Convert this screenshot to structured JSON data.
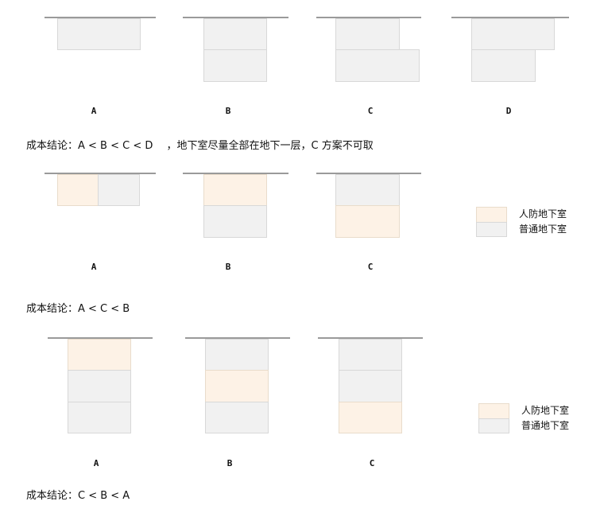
{
  "colors": {
    "civil_defense_basement": "#fdf2e6",
    "ordinary_basement": "#f1f1f1",
    "ground_line": "#9a9a9a"
  },
  "sections": [
    {
      "id": "section1",
      "schemes": [
        {
          "label": "A",
          "layout": "single-level wide"
        },
        {
          "label": "B",
          "layout": "two levels, equal width"
        },
        {
          "label": "C",
          "layout": "two levels, lower wider"
        },
        {
          "label": "D",
          "layout": "two levels, upper wider"
        }
      ],
      "conclusion": "成本结论：A < B < C < D　 ，地下室尽量全部在地下一层，C 方案不可取"
    },
    {
      "id": "section2",
      "schemes": [
        {
          "label": "A",
          "layout": "one level: civil defense + ordinary side by side"
        },
        {
          "label": "B",
          "layout": "civil defense B1, ordinary B2"
        },
        {
          "label": "C",
          "layout": "ordinary B1, civil defense B2"
        }
      ],
      "legend": [
        {
          "label": "人防地下室",
          "color": "#fdf2e6"
        },
        {
          "label": "普通地下室",
          "color": "#f1f1f1"
        }
      ],
      "conclusion": "成本结论：A < C < B"
    },
    {
      "id": "section3",
      "schemes": [
        {
          "label": "A",
          "layout": "civil defense B1, ordinary B2, B3"
        },
        {
          "label": "B",
          "layout": "ordinary B1, civil defense B2, ordinary B3"
        },
        {
          "label": "C",
          "layout": "ordinary B1, B2, civil defense B3"
        }
      ],
      "legend": [
        {
          "label": "人防地下室",
          "color": "#fdf2e6"
        },
        {
          "label": "普通地下室",
          "color": "#f1f1f1"
        }
      ],
      "conclusion": "成本结论：C < B < A"
    }
  ]
}
